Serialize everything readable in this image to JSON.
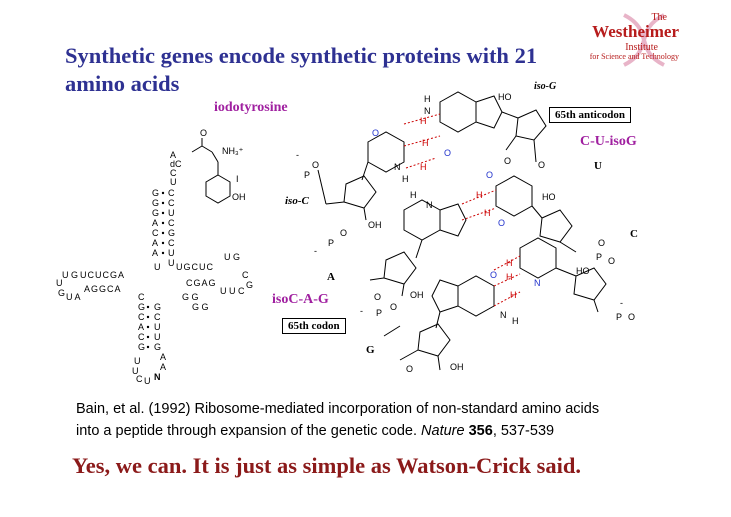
{
  "slide": {
    "title_line1": "Synthetic genes encode synthetic proteins with 21",
    "title_line2": "amino acids"
  },
  "logo": {
    "the": "The",
    "name": "Westheimer",
    "institute": "Institute",
    "subtitle": "for Science and Technology"
  },
  "trna": {
    "label": "iodotyrosine",
    "acceptor_5": [
      "A",
      "dC",
      "C",
      "U",
      "G",
      "G",
      "G",
      "A",
      "C",
      "A",
      "A"
    ],
    "acceptor_3": [
      "C",
      "C",
      "U",
      "C",
      "G",
      "C",
      "U",
      "U",
      "U"
    ],
    "d_arm_top": "UCUCGA",
    "d_arm_bottom": "AGGCA",
    "t_arm_top": "UGCUC",
    "t_arm_bottom": "CGAG",
    "anticodon_5": [
      "C",
      "G",
      "C",
      "A",
      "C",
      "G"
    ],
    "anticodon_3": [
      "G",
      "C",
      "U",
      "U",
      "G"
    ],
    "anticodon_loop": [
      "U",
      "U",
      "C",
      "U",
      "N",
      "A",
      "A"
    ],
    "amino_group": "NH₃⁺",
    "iodo": "I",
    "hydroxyl": "OH",
    "carbonyl_o": "O"
  },
  "structure": {
    "iso_g": "iso-G",
    "anticodon_box": "65th anticodon",
    "anticodon_label": "C-U-isoG",
    "u_label": "U",
    "c_label": "C",
    "iso_c": "iso-C",
    "a_label": "A",
    "codon_label": "isoC-A-G",
    "codon_box": "65th codon",
    "g_label": "G",
    "atoms": {
      "N": "N",
      "H": "H",
      "O": "O",
      "P": "P",
      "HO": "HO",
      "OH": "OH",
      "minus": "-"
    }
  },
  "citation": {
    "line1": "Bain, et al. (1992) Ribosome-mediated incorporation of non-standard amino acids",
    "line2_prefix": "into a peptide through expansion of the genetic code. ",
    "journal": "Nature",
    "volume": "356",
    "pages": ", 537-539"
  },
  "tagline": "Yes, we can. It is just as simple as Watson-Crick said."
}
